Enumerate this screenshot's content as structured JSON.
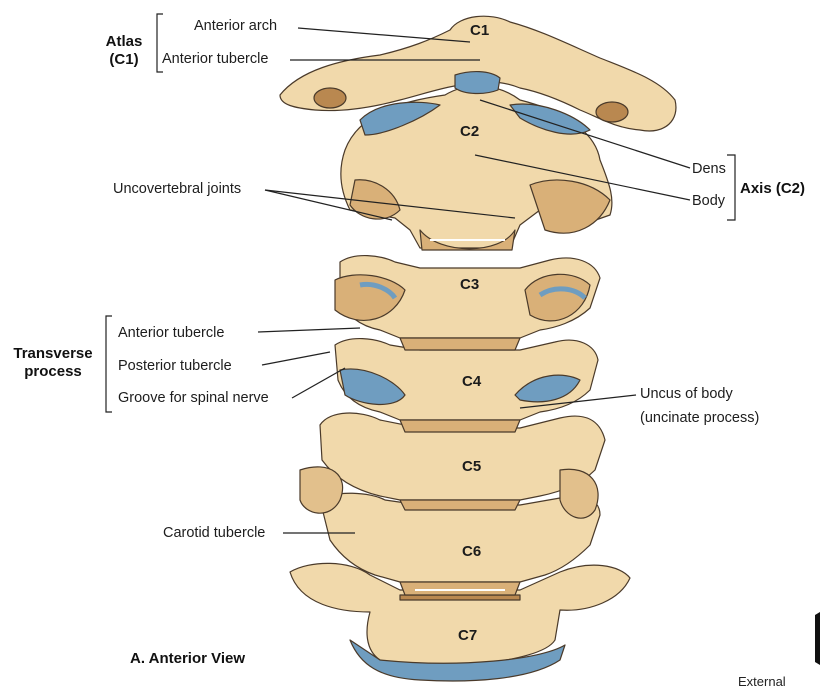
{
  "labels": {
    "anterior_arch": "Anterior arch",
    "anterior_tubercle_c1": "Anterior tubercle",
    "dens": "Dens",
    "body": "Body",
    "uncovertebral_joints": "Uncovertebral joints",
    "anterior_tubercle_tp": "Anterior tubercle",
    "posterior_tubercle": "Posterior tubercle",
    "groove_spinal_nerve": "Groove for spinal nerve",
    "uncus_line1": "Uncus of body",
    "uncus_line2": "(uncinate process)",
    "carotid_tubercle": "Carotid tubercle"
  },
  "groups": {
    "atlas_line1": "Atlas",
    "atlas_line2": "(C1)",
    "axis": "Axis (C2)",
    "transverse_line1": "Transverse",
    "transverse_line2": "process"
  },
  "vertebrae": [
    "C1",
    "C2",
    "C3",
    "C4",
    "C5",
    "C6",
    "C7"
  ],
  "caption": "A. Anterior View",
  "corner_text": "External",
  "colors": {
    "bone": "#f1d9ab",
    "bone_shadow": "#d9b078",
    "bone_dark": "#b98850",
    "cartilage": "#6f9dc0",
    "outline": "#4a3a2a",
    "leader": "#222222"
  }
}
